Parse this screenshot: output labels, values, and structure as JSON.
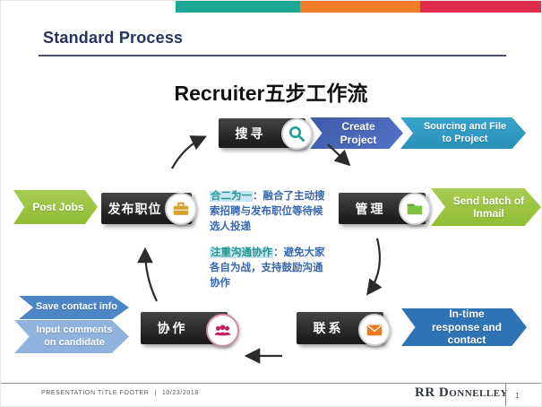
{
  "slide": {
    "title": "Standard Process",
    "heading": "Recruiter五步工作流"
  },
  "steps": {
    "search": {
      "label": "搜寻",
      "icon": "magnifier"
    },
    "post_jobs": {
      "label": "发布职位",
      "icon": "briefcase"
    },
    "manage": {
      "label": "管理",
      "icon": "folder"
    },
    "contact": {
      "label": "联系",
      "icon": "envelope"
    },
    "collaborate": {
      "label": "协作",
      "icon": "people"
    }
  },
  "ribbons": {
    "create_project": "Create Project",
    "sourcing": "Sourcing and File to Project",
    "send_batch": "Send batch of Inmail",
    "post_jobs": "Post Jobs",
    "save_contact": "Save contact info",
    "input_comments": "Input comments on candidate",
    "in_time": "In-time response and contact"
  },
  "notes": [
    {
      "highlight": "合二为一",
      "body": "：融合了主动搜索招聘与发布职位等待候选人投递"
    },
    {
      "highlight": "注重沟通协作",
      "body": "：避免大家各自为战，支持鼓励沟通协作"
    }
  ],
  "footer": {
    "left_text": "PRESENTATION TITLE FOOTER",
    "separator": "|",
    "date": "10/23/2018",
    "brand": "RR Donnelley",
    "page": "1"
  },
  "colors": {
    "bar_teal": "#1FA795",
    "bar_orange": "#F07B28",
    "bar_red": "#E02C4C",
    "ribbon_blue": "#3E5BA9",
    "ribbon_cyan": "#2D9EC4",
    "ribbon_green": "#9CC43F",
    "ribbon_steel_blue": "#4C86C6",
    "ribbon_light_blue": "#8FB3DC",
    "ribbon_deep_blue": "#2E74B5",
    "icon_teal": "#1E9E8E",
    "icon_gold": "#D2A42D",
    "icon_green": "#7CC142",
    "icon_orange": "#E8791F",
    "icon_magenta": "#C01F5F"
  }
}
